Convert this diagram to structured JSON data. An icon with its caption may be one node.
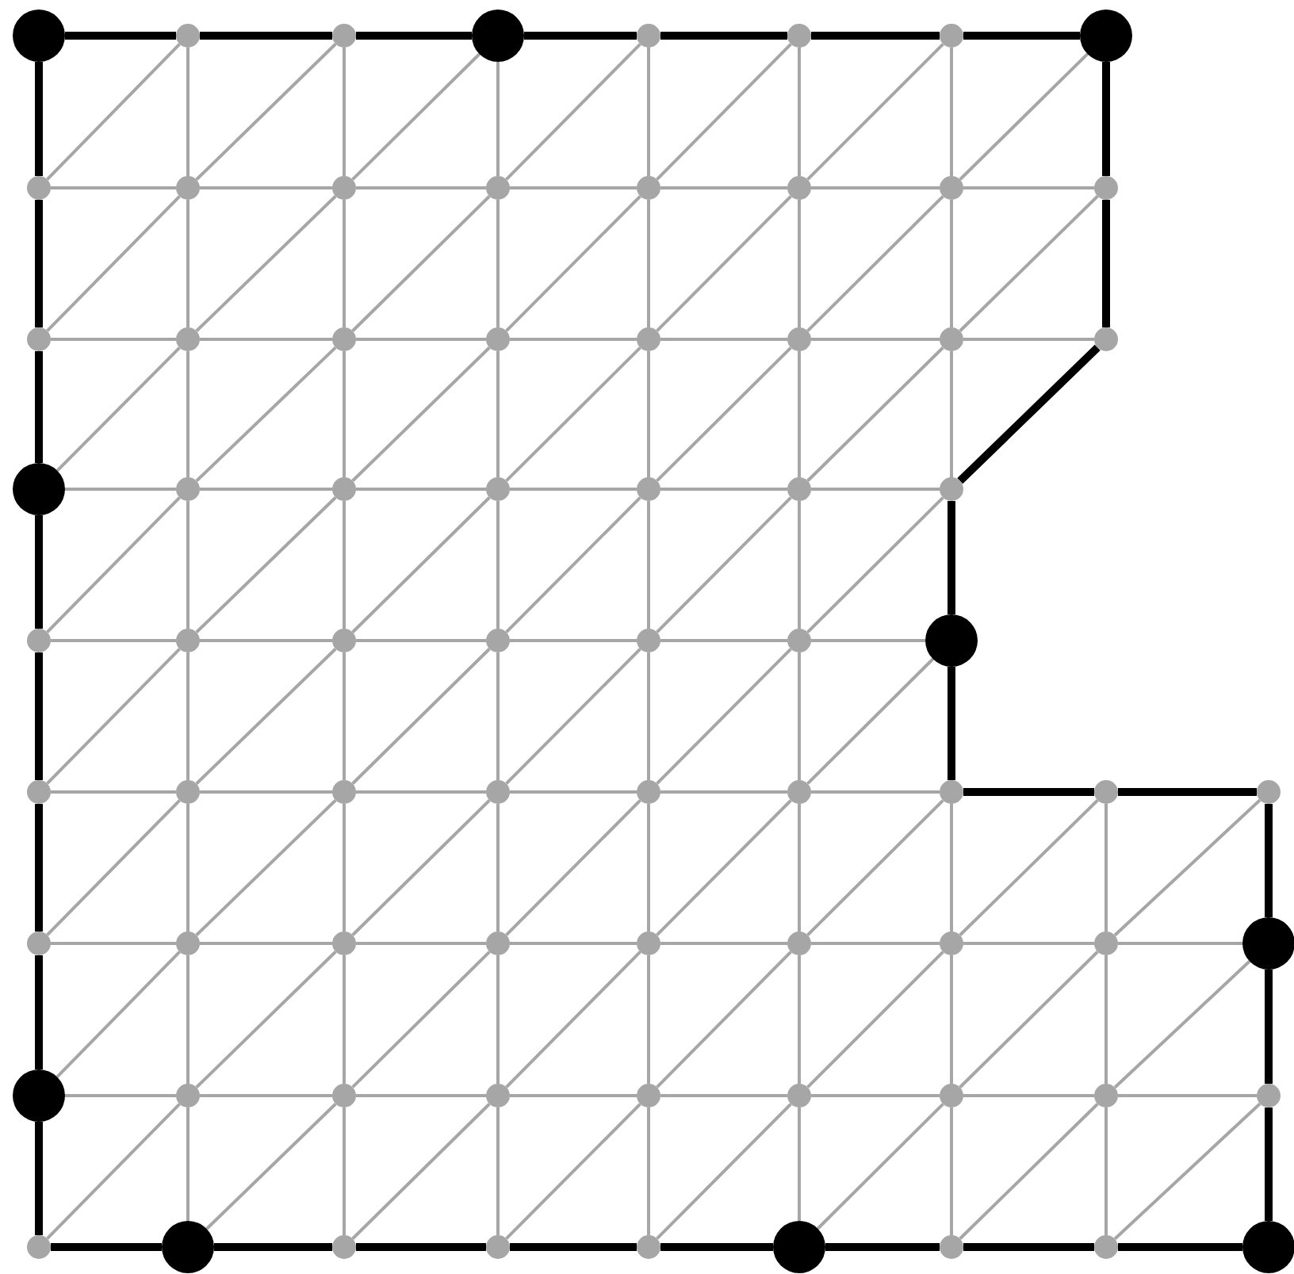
{
  "diagram": {
    "nodes": [
      {
        "text": [],
        "shape": "circle"
      },
      {
        "text": [],
        "shape": "circle"
      },
      {
        "text": [],
        "shape": "circle"
      },
      {
        "text": [],
        "shape": "circle"
      },
      {
        "text": [],
        "shape": "circle"
      },
      {
        "text": [],
        "shape": "circle"
      },
      {
        "text": [],
        "shape": "circle"
      },
      {
        "text": [],
        "shape": "circle"
      },
      {
        "text": [],
        "shape": "circle"
      },
      {
        "text": [],
        "shape": "circle"
      },
      {
        "text": [],
        "shape": "circle"
      },
      {
        "text": [],
        "shape": "circle"
      },
      {
        "text": [],
        "shape": "circle"
      },
      {
        "text": [],
        "shape": "circle"
      },
      {
        "text": [],
        "shape": "circle"
      },
      {
        "text": [],
        "shape": "circle"
      },
      {
        "text": [],
        "shape": "circle"
      },
      {
        "text": [],
        "shape": "circle"
      },
      {
        "text": [],
        "shape": "circle"
      },
      {
        "text": [],
        "shape": "circle"
      },
      {
        "text": [],
        "shape": "circle"
      },
      {
        "text": [],
        "shape": "circle"
      },
      {
        "text": [],
        "shape": "circle"
      },
      {
        "text": [],
        "shape": "circle"
      },
      {
        "text": [],
        "shape": "circle"
      },
      {
        "text": [],
        "shape": "circle"
      },
      {
        "text": [],
        "shape": "circle"
      },
      {
        "text": [],
        "shape": "circle"
      },
      {
        "text": [],
        "shape": "circle"
      },
      {
        "text": [],
        "shape": "circle"
      },
      {
        "text": [],
        "shape": "circle"
      },
      {
        "text": [],
        "shape": "circle"
      },
      {
        "text": [],
        "shape": "circle"
      },
      {
        "text": [],
        "shape": "circle"
      },
      {
        "text": [],
        "shape": "circle"
      },
      {
        "text": [],
        "shape": "circle"
      },
      {
        "text": [],
        "shape": "circle"
      },
      {
        "text": [],
        "shape": "circle"
      },
      {
        "text": [],
        "shape": "circle"
      },
      {
        "text": [],
        "shape": "circle"
      },
      {
        "text": [],
        "shape": "circle"
      },
      {
        "text": [],
        "shape": "circle"
      },
      {
        "text": [],
        "shape": "circle"
      },
      {
        "text": [],
        "shape": "circle"
      },
      {
        "text": [],
        "shape": "circle"
      },
      {
        "text": [],
        "shape": "circle"
      },
      {
        "text": [],
        "shape": "circle"
      },
      {
        "text": [],
        "shape": "circle"
      },
      {
        "text": [],
        "shape": "circle"
      },
      {
        "text": [],
        "shape": "circle"
      },
      {
        "text": [],
        "shape": "circle"
      },
      {
        "text": [],
        "shape": "circle"
      },
      {
        "text": [],
        "shape": "circle"
      },
      {
        "text": [],
        "shape": "circle"
      },
      {
        "text": [],
        "shape": "circle"
      },
      {
        "text": [],
        "shape": "circle"
      },
      {
        "text": [],
        "shape": "circle"
      },
      {
        "text": [],
        "shape": "circle"
      },
      {
        "text": [],
        "shape": "circle"
      },
      {
        "text": [],
        "shape": "circle"
      },
      {
        "text": [],
        "shape": "circle"
      },
      {
        "text": [],
        "shape": "circle"
      },
      {
        "text": [],
        "shape": "circle"
      },
      {
        "text": [],
        "shape": "circle"
      },
      {
        "text": [],
        "shape": "circle"
      },
      {
        "text": [],
        "shape": "circle"
      },
      {
        "text": [],
        "shape": "circle"
      },
      {
        "text": [],
        "shape": "circle"
      },
      {
        "text": [],
        "shape": "circle"
      },
      {
        "text": [],
        "shape": "circle"
      },
      {
        "text": [],
        "shape": "circle"
      },
      {
        "text": [],
        "shape": "circle"
      },
      {
        "text": [],
        "shape": "circle"
      },
      {
        "text": [],
        "shape": "circle"
      }
    ],
    "edges": [
      {
        "from": 0,
        "to": 1,
        "arrow": "none",
        "style": "thick",
        "color": "#000000"
      },
      {
        "from": 1,
        "to": 2,
        "arrow": "none",
        "style": "thick",
        "color": "#000000"
      },
      {
        "from": 2,
        "to": 3,
        "arrow": "none",
        "style": "thick",
        "color": "#000000"
      },
      {
        "from": 3,
        "to": 4,
        "arrow": "none",
        "style": "thick",
        "color": "#000000"
      },
      {
        "from": 4,
        "to": 5,
        "arrow": "none",
        "style": "thick",
        "color": "#000000"
      },
      {
        "from": 5,
        "to": 6,
        "arrow": "none",
        "style": "thick",
        "color": "#000000"
      },
      {
        "from": 6,
        "to": 7,
        "arrow": "none",
        "style": "thick",
        "color": "#000000"
      },
      {
        "from": 0,
        "to": 8,
        "arrow": "none",
        "style": "thick",
        "color": "#000000"
      },
      {
        "from": 1,
        "to": 9,
        "arrow": "none"
      },
      {
        "from": 2,
        "to": 10,
        "arrow": "none"
      },
      {
        "from": 3,
        "to": 11,
        "arrow": "none"
      },
      {
        "from": 4,
        "to": 12,
        "arrow": "none"
      },
      {
        "from": 5,
        "to": 13,
        "arrow": "none"
      },
      {
        "from": 6,
        "to": 14,
        "arrow": "none"
      },
      {
        "from": 7,
        "to": 15,
        "arrow": "none",
        "style": "thick",
        "color": "#000000"
      },
      {
        "from": 8,
        "to": 1,
        "arrow": "none"
      },
      {
        "from": 9,
        "to": 2,
        "arrow": "none"
      },
      {
        "from": 10,
        "to": 3,
        "arrow": "none"
      },
      {
        "from": 11,
        "to": 4,
        "arrow": "none"
      },
      {
        "from": 12,
        "to": 5,
        "arrow": "none"
      },
      {
        "from": 13,
        "to": 6,
        "arrow": "none"
      },
      {
        "from": 14,
        "to": 7,
        "arrow": "none"
      },
      {
        "from": 8,
        "to": 9,
        "arrow": "none"
      },
      {
        "from": 9,
        "to": 10,
        "arrow": "none"
      },
      {
        "from": 10,
        "to": 11,
        "arrow": "none"
      },
      {
        "from": 11,
        "to": 12,
        "arrow": "none"
      },
      {
        "from": 12,
        "to": 13,
        "arrow": "none"
      },
      {
        "from": 13,
        "to": 14,
        "arrow": "none"
      },
      {
        "from": 14,
        "to": 15,
        "arrow": "none"
      },
      {
        "from": 8,
        "to": 16,
        "arrow": "none",
        "style": "thick",
        "color": "#000000"
      },
      {
        "from": 9,
        "to": 17,
        "arrow": "none"
      },
      {
        "from": 10,
        "to": 18,
        "arrow": "none"
      },
      {
        "from": 11,
        "to": 19,
        "arrow": "none"
      },
      {
        "from": 12,
        "to": 20,
        "arrow": "none"
      },
      {
        "from": 13,
        "to": 21,
        "arrow": "none"
      },
      {
        "from": 14,
        "to": 22,
        "arrow": "none"
      },
      {
        "from": 15,
        "to": 23,
        "arrow": "none",
        "style": "thick",
        "color": "#000000"
      },
      {
        "from": 16,
        "to": 9,
        "arrow": "none"
      },
      {
        "from": 17,
        "to": 10,
        "arrow": "none"
      },
      {
        "from": 18,
        "to": 11,
        "arrow": "none"
      },
      {
        "from": 19,
        "to": 12,
        "arrow": "none"
      },
      {
        "from": 20,
        "to": 13,
        "arrow": "none"
      },
      {
        "from": 21,
        "to": 14,
        "arrow": "none"
      },
      {
        "from": 22,
        "to": 15,
        "arrow": "none"
      },
      {
        "from": 16,
        "to": 17,
        "arrow": "none"
      },
      {
        "from": 17,
        "to": 18,
        "arrow": "none"
      },
      {
        "from": 18,
        "to": 19,
        "arrow": "none"
      },
      {
        "from": 19,
        "to": 20,
        "arrow": "none"
      },
      {
        "from": 20,
        "to": 21,
        "arrow": "none"
      },
      {
        "from": 21,
        "to": 22,
        "arrow": "none"
      },
      {
        "from": 22,
        "to": 23,
        "arrow": "none"
      },
      {
        "from": 16,
        "to": 24,
        "arrow": "none",
        "style": "thick",
        "color": "#000000"
      },
      {
        "from": 17,
        "to": 25,
        "arrow": "none"
      },
      {
        "from": 18,
        "to": 26,
        "arrow": "none"
      },
      {
        "from": 19,
        "to": 27,
        "arrow": "none"
      },
      {
        "from": 20,
        "to": 28,
        "arrow": "none"
      },
      {
        "from": 21,
        "to": 29,
        "arrow": "none"
      },
      {
        "from": 22,
        "to": 30,
        "arrow": "none"
      },
      {
        "from": 24,
        "to": 17,
        "arrow": "none"
      },
      {
        "from": 25,
        "to": 18,
        "arrow": "none"
      },
      {
        "from": 26,
        "to": 19,
        "arrow": "none"
      },
      {
        "from": 27,
        "to": 20,
        "arrow": "none"
      },
      {
        "from": 28,
        "to": 21,
        "arrow": "none"
      },
      {
        "from": 29,
        "to": 22,
        "arrow": "none"
      },
      {
        "from": 30,
        "to": 23,
        "arrow": "none",
        "style": "thick",
        "color": "#000000"
      },
      {
        "from": 24,
        "to": 25,
        "arrow": "none"
      },
      {
        "from": 25,
        "to": 26,
        "arrow": "none"
      },
      {
        "from": 26,
        "to": 27,
        "arrow": "none"
      },
      {
        "from": 27,
        "to": 28,
        "arrow": "none"
      },
      {
        "from": 28,
        "to": 29,
        "arrow": "none"
      },
      {
        "from": 29,
        "to": 30,
        "arrow": "none"
      },
      {
        "from": 24,
        "to": 31,
        "arrow": "none",
        "style": "thick",
        "color": "#000000"
      },
      {
        "from": 25,
        "to": 32,
        "arrow": "none"
      },
      {
        "from": 26,
        "to": 33,
        "arrow": "none"
      },
      {
        "from": 27,
        "to": 34,
        "arrow": "none"
      },
      {
        "from": 28,
        "to": 35,
        "arrow": "none"
      },
      {
        "from": 29,
        "to": 36,
        "arrow": "none"
      },
      {
        "from": 30,
        "to": 37,
        "arrow": "none",
        "style": "thick",
        "color": "#000000"
      },
      {
        "from": 31,
        "to": 25,
        "arrow": "none"
      },
      {
        "from": 32,
        "to": 26,
        "arrow": "none"
      },
      {
        "from": 33,
        "to": 27,
        "arrow": "none"
      },
      {
        "from": 34,
        "to": 28,
        "arrow": "none"
      },
      {
        "from": 35,
        "to": 29,
        "arrow": "none"
      },
      {
        "from": 36,
        "to": 30,
        "arrow": "none"
      },
      {
        "from": 31,
        "to": 32,
        "arrow": "none"
      },
      {
        "from": 32,
        "to": 33,
        "arrow": "none"
      },
      {
        "from": 33,
        "to": 34,
        "arrow": "none"
      },
      {
        "from": 34,
        "to": 35,
        "arrow": "none"
      },
      {
        "from": 35,
        "to": 36,
        "arrow": "none"
      },
      {
        "from": 36,
        "to": 37,
        "arrow": "none"
      },
      {
        "from": 31,
        "to": 38,
        "arrow": "none",
        "style": "thick",
        "color": "#000000"
      },
      {
        "from": 32,
        "to": 39,
        "arrow": "none"
      },
      {
        "from": 33,
        "to": 40,
        "arrow": "none"
      },
      {
        "from": 34,
        "to": 41,
        "arrow": "none"
      },
      {
        "from": 35,
        "to": 42,
        "arrow": "none"
      },
      {
        "from": 36,
        "to": 43,
        "arrow": "none"
      },
      {
        "from": 37,
        "to": 44,
        "arrow": "none",
        "style": "thick",
        "color": "#000000"
      },
      {
        "from": 38,
        "to": 32,
        "arrow": "none"
      },
      {
        "from": 39,
        "to": 33,
        "arrow": "none"
      },
      {
        "from": 40,
        "to": 34,
        "arrow": "none"
      },
      {
        "from": 41,
        "to": 35,
        "arrow": "none"
      },
      {
        "from": 42,
        "to": 36,
        "arrow": "none"
      },
      {
        "from": 43,
        "to": 37,
        "arrow": "none"
      },
      {
        "from": 38,
        "to": 39,
        "arrow": "none"
      },
      {
        "from": 39,
        "to": 40,
        "arrow": "none"
      },
      {
        "from": 40,
        "to": 41,
        "arrow": "none"
      },
      {
        "from": 41,
        "to": 42,
        "arrow": "none"
      },
      {
        "from": 42,
        "to": 43,
        "arrow": "none"
      },
      {
        "from": 43,
        "to": 44,
        "arrow": "none"
      },
      {
        "from": 44,
        "to": 45,
        "arrow": "none",
        "style": "thick",
        "color": "#000000"
      },
      {
        "from": 45,
        "to": 46,
        "arrow": "none",
        "style": "thick",
        "color": "#000000"
      },
      {
        "from": 38,
        "to": 47,
        "arrow": "none",
        "style": "thick",
        "color": "#000000"
      },
      {
        "from": 39,
        "to": 48,
        "arrow": "none"
      },
      {
        "from": 40,
        "to": 49,
        "arrow": "none"
      },
      {
        "from": 41,
        "to": 50,
        "arrow": "none"
      },
      {
        "from": 42,
        "to": 51,
        "arrow": "none"
      },
      {
        "from": 43,
        "to": 52,
        "arrow": "none"
      },
      {
        "from": 44,
        "to": 53,
        "arrow": "none"
      },
      {
        "from": 45,
        "to": 54,
        "arrow": "none"
      },
      {
        "from": 46,
        "to": 55,
        "arrow": "none",
        "style": "thick",
        "color": "#000000"
      },
      {
        "from": 47,
        "to": 39,
        "arrow": "none"
      },
      {
        "from": 48,
        "to": 40,
        "arrow": "none"
      },
      {
        "from": 49,
        "to": 41,
        "arrow": "none"
      },
      {
        "from": 50,
        "to": 42,
        "arrow": "none"
      },
      {
        "from": 51,
        "to": 43,
        "arrow": "none"
      },
      {
        "from": 52,
        "to": 44,
        "arrow": "none"
      },
      {
        "from": 53,
        "to": 45,
        "arrow": "none"
      },
      {
        "from": 54,
        "to": 46,
        "arrow": "none"
      },
      {
        "from": 47,
        "to": 48,
        "arrow": "none"
      },
      {
        "from": 48,
        "to": 49,
        "arrow": "none"
      },
      {
        "from": 49,
        "to": 50,
        "arrow": "none"
      },
      {
        "from": 50,
        "to": 51,
        "arrow": "none"
      },
      {
        "from": 51,
        "to": 52,
        "arrow": "none"
      },
      {
        "from": 52,
        "to": 53,
        "arrow": "none"
      },
      {
        "from": 53,
        "to": 54,
        "arrow": "none"
      },
      {
        "from": 54,
        "to": 55,
        "arrow": "none"
      },
      {
        "from": 47,
        "to": 56,
        "arrow": "none",
        "style": "thick",
        "color": "#000000"
      },
      {
        "from": 48,
        "to": 57,
        "arrow": "none"
      },
      {
        "from": 49,
        "to": 58,
        "arrow": "none"
      },
      {
        "from": 50,
        "to": 59,
        "arrow": "none"
      },
      {
        "from": 51,
        "to": 60,
        "arrow": "none"
      },
      {
        "from": 52,
        "to": 61,
        "arrow": "none"
      },
      {
        "from": 53,
        "to": 62,
        "arrow": "none"
      },
      {
        "from": 54,
        "to": 63,
        "arrow": "none"
      },
      {
        "from": 55,
        "to": 64,
        "arrow": "none",
        "style": "thick",
        "color": "#000000"
      },
      {
        "from": 56,
        "to": 48,
        "arrow": "none"
      },
      {
        "from": 57,
        "to": 49,
        "arrow": "none"
      },
      {
        "from": 58,
        "to": 50,
        "arrow": "none"
      },
      {
        "from": 59,
        "to": 51,
        "arrow": "none"
      },
      {
        "from": 60,
        "to": 52,
        "arrow": "none"
      },
      {
        "from": 61,
        "to": 53,
        "arrow": "none"
      },
      {
        "from": 62,
        "to": 54,
        "arrow": "none"
      },
      {
        "from": 63,
        "to": 55,
        "arrow": "none"
      },
      {
        "from": 56,
        "to": 57,
        "arrow": "none"
      },
      {
        "from": 57,
        "to": 58,
        "arrow": "none"
      },
      {
        "from": 58,
        "to": 59,
        "arrow": "none"
      },
      {
        "from": 59,
        "to": 60,
        "arrow": "none"
      },
      {
        "from": 60,
        "to": 61,
        "arrow": "none"
      },
      {
        "from": 61,
        "to": 62,
        "arrow": "none"
      },
      {
        "from": 62,
        "to": 63,
        "arrow": "none"
      },
      {
        "from": 63,
        "to": 64,
        "arrow": "none"
      },
      {
        "from": 56,
        "to": 65,
        "arrow": "none",
        "style": "thick",
        "color": "#000000"
      },
      {
        "from": 57,
        "to": 66,
        "arrow": "none"
      },
      {
        "from": 58,
        "to": 67,
        "arrow": "none"
      },
      {
        "from": 59,
        "to": 68,
        "arrow": "none"
      },
      {
        "from": 60,
        "to": 69,
        "arrow": "none"
      },
      {
        "from": 61,
        "to": 70,
        "arrow": "none"
      },
      {
        "from": 62,
        "to": 71,
        "arrow": "none"
      },
      {
        "from": 63,
        "to": 72,
        "arrow": "none"
      },
      {
        "from": 64,
        "to": 73,
        "arrow": "none",
        "style": "thick",
        "color": "#000000"
      },
      {
        "from": 65,
        "to": 57,
        "arrow": "none"
      },
      {
        "from": 66,
        "to": 58,
        "arrow": "none"
      },
      {
        "from": 67,
        "to": 59,
        "arrow": "none"
      },
      {
        "from": 68,
        "to": 60,
        "arrow": "none"
      },
      {
        "from": 69,
        "to": 61,
        "arrow": "none"
      },
      {
        "from": 70,
        "to": 62,
        "arrow": "none"
      },
      {
        "from": 71,
        "to": 63,
        "arrow": "none"
      },
      {
        "from": 72,
        "to": 64,
        "arrow": "none"
      },
      {
        "from": 65,
        "to": 66,
        "arrow": "none",
        "style": "thick",
        "color": "#000000"
      },
      {
        "from": 66,
        "to": 67,
        "arrow": "none",
        "style": "thick",
        "color": "#000000"
      },
      {
        "from": 67,
        "to": 68,
        "arrow": "none",
        "style": "thick",
        "color": "#000000"
      },
      {
        "from": 68,
        "to": 69,
        "arrow": "none",
        "style": "thick",
        "color": "#000000"
      },
      {
        "from": 69,
        "to": 70,
        "arrow": "none",
        "style": "thick",
        "color": "#000000"
      },
      {
        "from": 70,
        "to": 71,
        "arrow": "none",
        "style": "thick",
        "color": "#000000"
      },
      {
        "from": 71,
        "to": 72,
        "arrow": "none",
        "style": "thick",
        "color": "#000000"
      },
      {
        "from": 72,
        "to": 73,
        "arrow": "none",
        "style": "thick",
        "color": "#000000"
      }
    ]
  }
}
